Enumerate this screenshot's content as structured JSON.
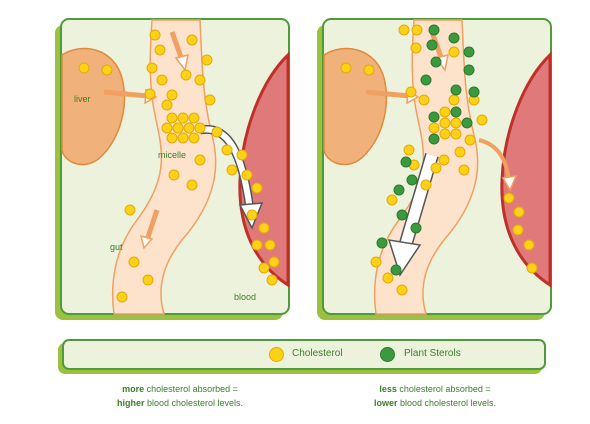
{
  "labels": {
    "liver": "liver",
    "micelle": "micelle",
    "gut": "gut",
    "blood": "blood"
  },
  "legend": {
    "cholesterol": "Cholesterol",
    "plant_sterols": "Plant Sterols"
  },
  "captions": {
    "left": {
      "bold1": "more",
      "rest1": "cholesterol absorbed =",
      "bold2": "higher",
      "rest2": "blood cholesterol levels."
    },
    "right": {
      "bold1": "less",
      "rest1": "cholesterol absorbed =",
      "bold2": "lower",
      "rest2": "blood cholesterol levels."
    }
  },
  "colors": {
    "cholesterol": "#fcd116",
    "plant_sterol": "#3c9a3e",
    "panel_border": "#4f9a3a",
    "liver": "#f0b27a",
    "gut": "#fde3cc",
    "blood": "#e07a7a"
  }
}
